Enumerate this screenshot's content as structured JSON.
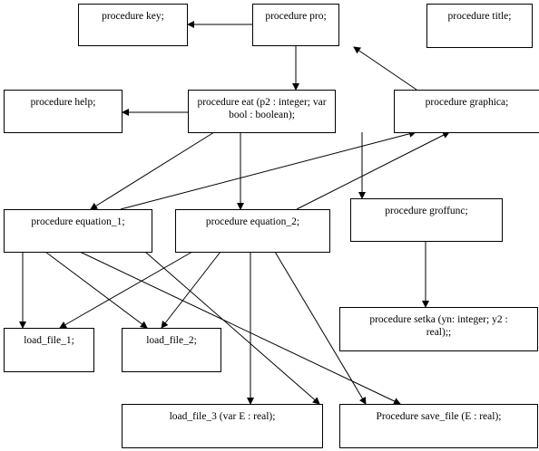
{
  "diagram": {
    "nodes": [
      {
        "id": "key",
        "lines": [
          "procedure key;"
        ]
      },
      {
        "id": "pro",
        "lines": [
          "procedure pro;"
        ]
      },
      {
        "id": "title",
        "lines": [
          "procedure title;"
        ]
      },
      {
        "id": "help",
        "lines": [
          "procedure help;"
        ]
      },
      {
        "id": "eat",
        "lines": [
          "procedure eat (p2 : integer; var",
          "bool : boolean);"
        ]
      },
      {
        "id": "graphica",
        "lines": [
          "procedure graphica;"
        ]
      },
      {
        "id": "eq1",
        "lines": [
          "procedure equation_1;"
        ]
      },
      {
        "id": "eq2",
        "lines": [
          "procedure equation_2;"
        ]
      },
      {
        "id": "groffunc",
        "lines": [
          "procedure groffunc;"
        ]
      },
      {
        "id": "setka",
        "lines": [
          "procedure setka (yn: integer; y2 :",
          "real);;"
        ]
      },
      {
        "id": "lf1",
        "lines": [
          "load_file_1;"
        ]
      },
      {
        "id": "lf2",
        "lines": [
          "load_file_2;"
        ]
      },
      {
        "id": "lf3",
        "lines": [
          "load_file_3 (var E : real);"
        ]
      },
      {
        "id": "save",
        "lines": [
          "Procedure save_file (E : real);"
        ]
      }
    ],
    "edges": [
      {
        "from": "pro",
        "to": "key"
      },
      {
        "from": "pro",
        "to": "eat"
      },
      {
        "from": "graphica",
        "to": "pro"
      },
      {
        "from": "eat",
        "to": "help"
      },
      {
        "from": "eat",
        "to": "eq1"
      },
      {
        "from": "eat",
        "to": "eq2"
      },
      {
        "from": "eat",
        "to": "groffunc"
      },
      {
        "from": "eq1",
        "to": "graphica"
      },
      {
        "from": "eq2",
        "to": "graphica"
      },
      {
        "from": "groffunc",
        "to": "setka"
      },
      {
        "from": "eq1",
        "to": "lf1"
      },
      {
        "from": "eq1",
        "to": "lf2"
      },
      {
        "from": "eq1",
        "to": "lf3"
      },
      {
        "from": "eq1",
        "to": "save"
      },
      {
        "from": "eq2",
        "to": "lf1"
      },
      {
        "from": "eq2",
        "to": "lf2"
      },
      {
        "from": "eq2",
        "to": "lf3"
      },
      {
        "from": "eq2",
        "to": "save"
      }
    ]
  }
}
